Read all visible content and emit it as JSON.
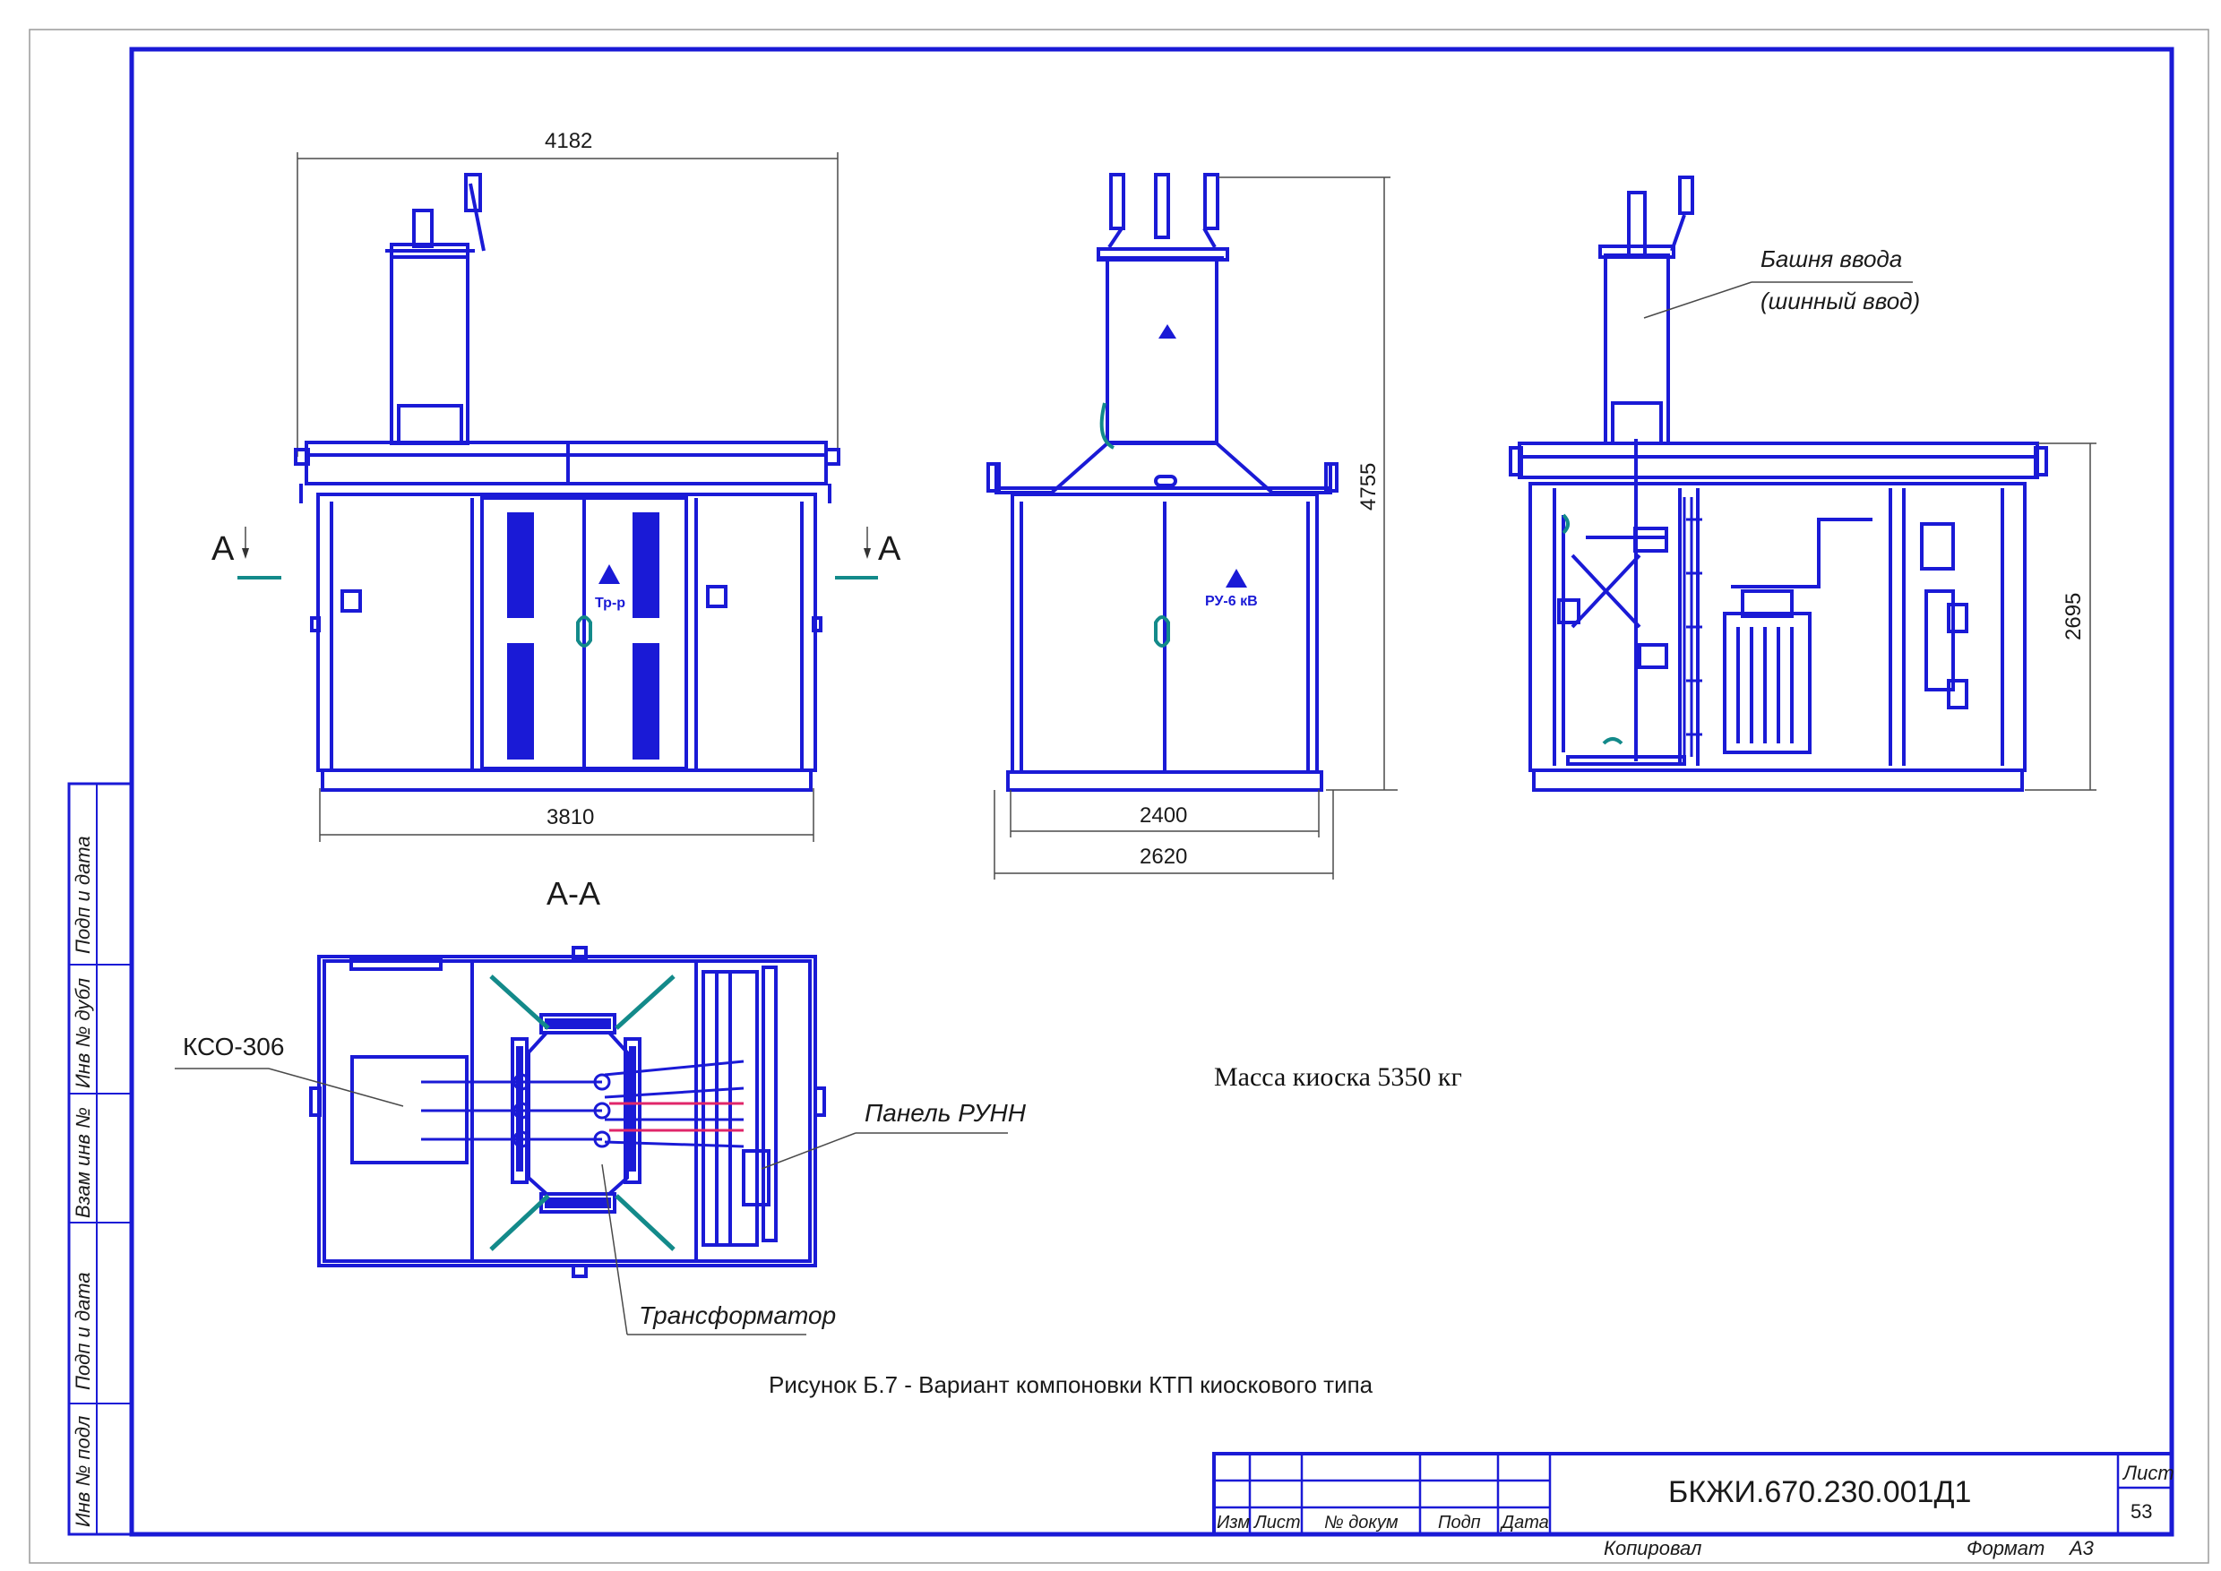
{
  "drawing": {
    "caption": "Рисунок Б.7  - Вариант компоновки КТП киоскового типа",
    "mass_note": "Масса киоска 5350 кг",
    "section_title": "А-А",
    "section_mark_left": "А",
    "section_mark_right": "А"
  },
  "dimensions": {
    "front_overall_width": "4182",
    "front_base_width": "3810",
    "side_overall_height": "4755",
    "side_inner_width": "2400",
    "side_overall_width": "2620",
    "rear_body_height": "2695"
  },
  "callouts": {
    "input_tower_line1": "Башня ввода",
    "input_tower_line2": "(шинный ввод)",
    "kso": "КСО-306",
    "lv_panel": "Панель РУНН",
    "transformer": "Трансформатор"
  },
  "door_labels": {
    "transformer_door": "Тр-р",
    "hv_door": "РУ-6 кВ"
  },
  "sidebar": {
    "fields": [
      "Инв № подл",
      "Подп и дата",
      "Взам инв №",
      "Инв № дубл",
      "Подп и дата"
    ]
  },
  "title_block": {
    "headers": [
      "Изм",
      "Лист",
      "№ докум",
      "Подп",
      "Дата"
    ],
    "designation": "БКЖИ.670.230.001Д1",
    "sheet_label": "Лист",
    "sheet_number": "53",
    "copied": "Копировал",
    "format_label": "Формат",
    "format_value": "А3"
  },
  "colors": {
    "drawing_lines": "#1a1ad6",
    "ground_bars": "#138a8a",
    "dimension_lines": "#4a4a4a",
    "busbar_highlight": "#e0266a"
  }
}
